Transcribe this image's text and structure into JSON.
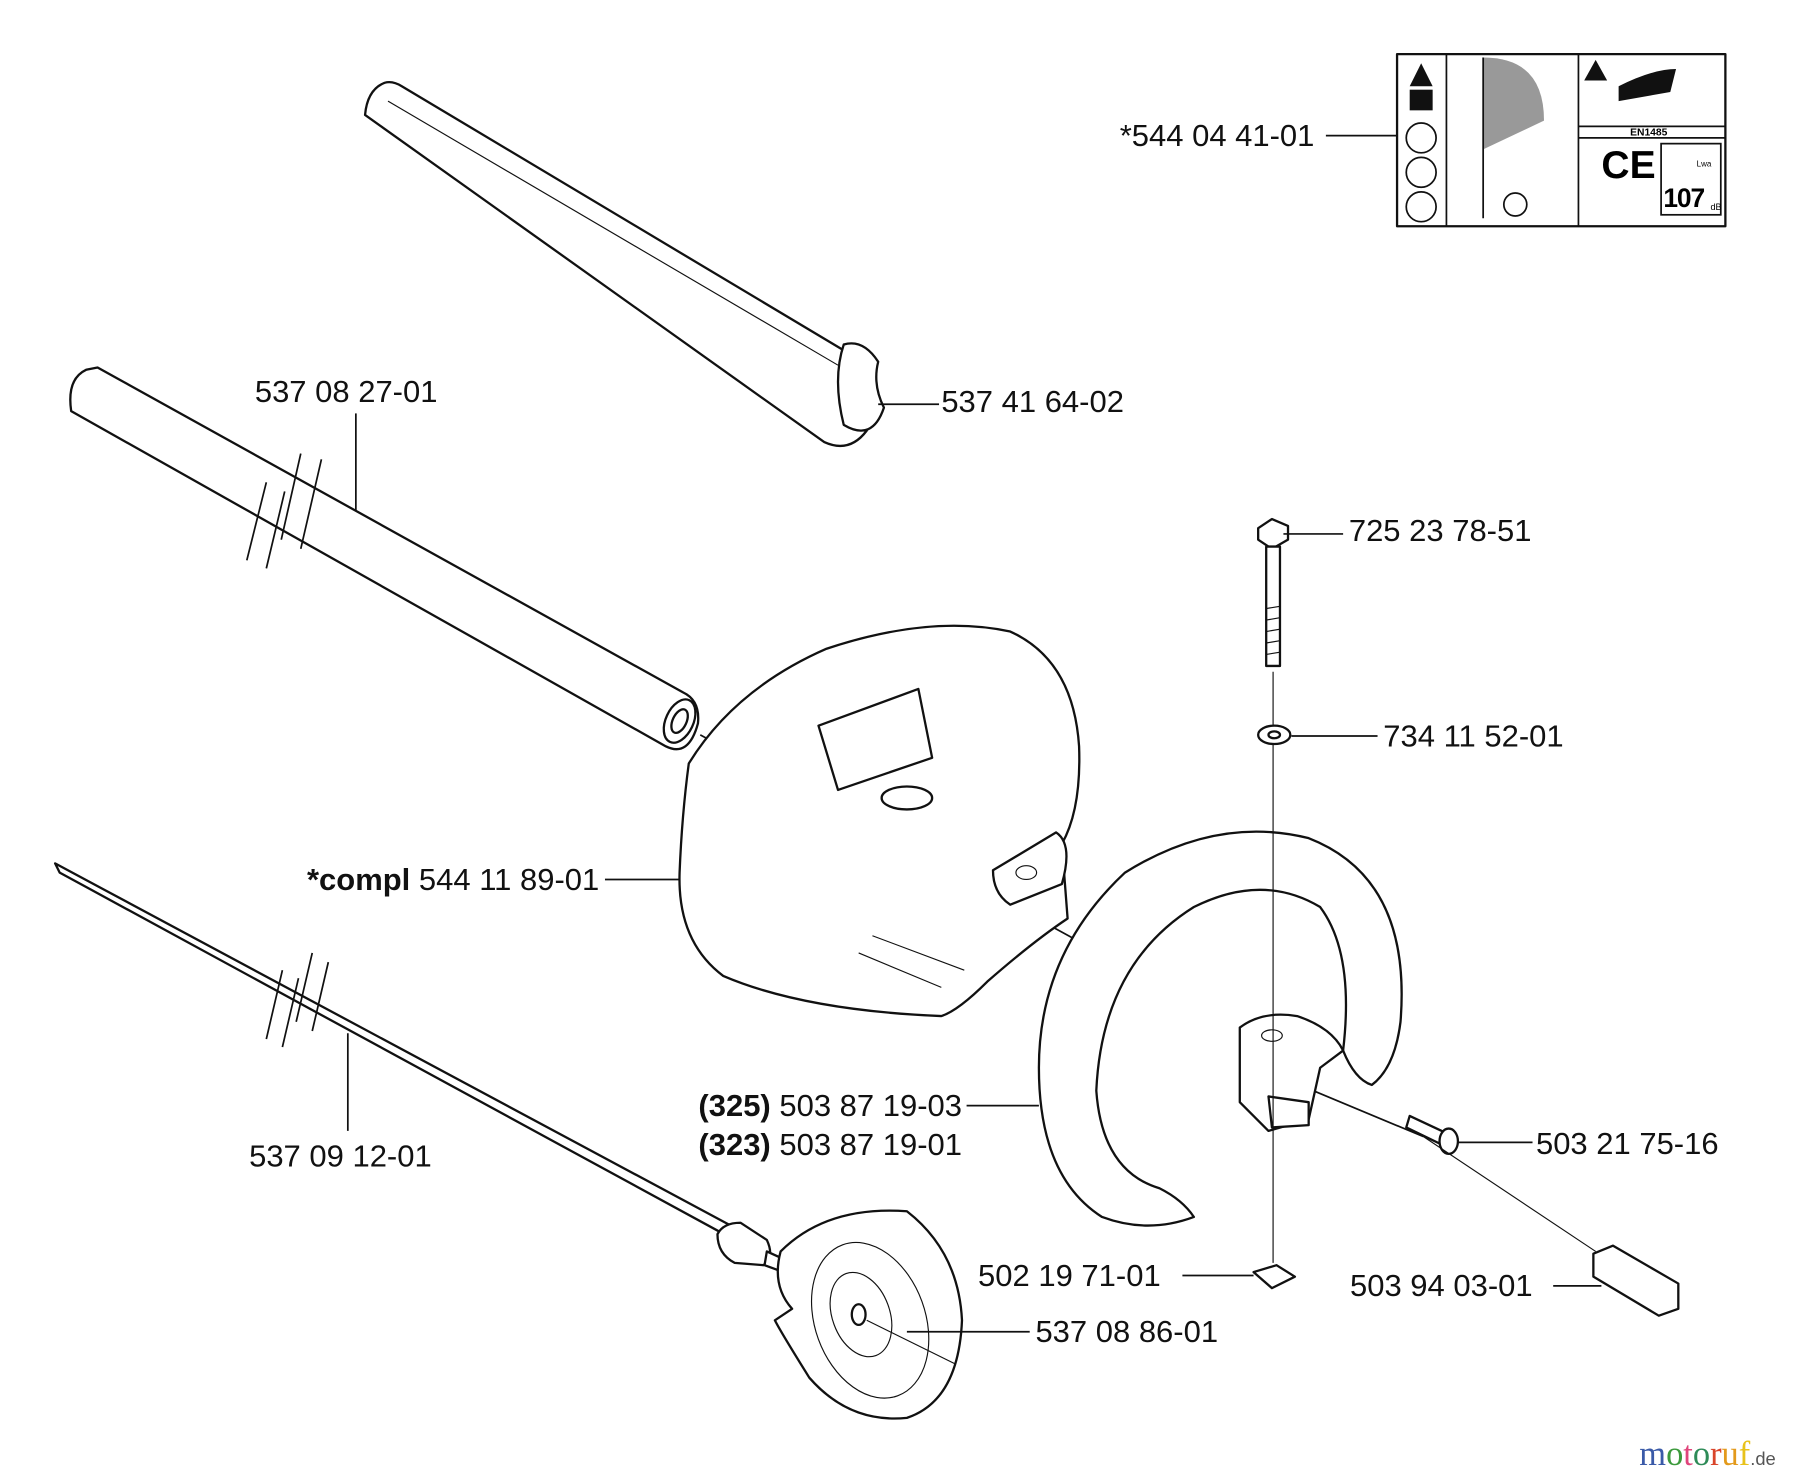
{
  "labels": {
    "decal": "*544 04 41-01",
    "tube_inner": "537 08 27-01",
    "tube_outer": "537 41 64-02",
    "bolt": "725 23 78-51",
    "washer": "734 11 52-01",
    "guard_prefix": "*compl",
    "guard": "544 11 89-01",
    "handle_a_prefix": "(325)",
    "handle_a": "503 87 19-03",
    "handle_b_prefix": "(323)",
    "handle_b": "503 87 19-01",
    "screw": "503 21 75-16",
    "shaft": "537 09 12-01",
    "nut": "502 19 71-01",
    "clip": "503 94 03-01",
    "cover": "537 08 86-01"
  },
  "decal_text": {
    "standard": "EN1485",
    "sound_level": "107",
    "unit": "dB",
    "lwa": "Lwa"
  },
  "watermark": {
    "brand": "motoruf",
    "tld": ".de",
    "colors": [
      "#3a5aa8",
      "#3c9a3c",
      "#e0457b",
      "#2e8b57",
      "#d9452b",
      "#e39a1c",
      "#e8c21a"
    ]
  }
}
